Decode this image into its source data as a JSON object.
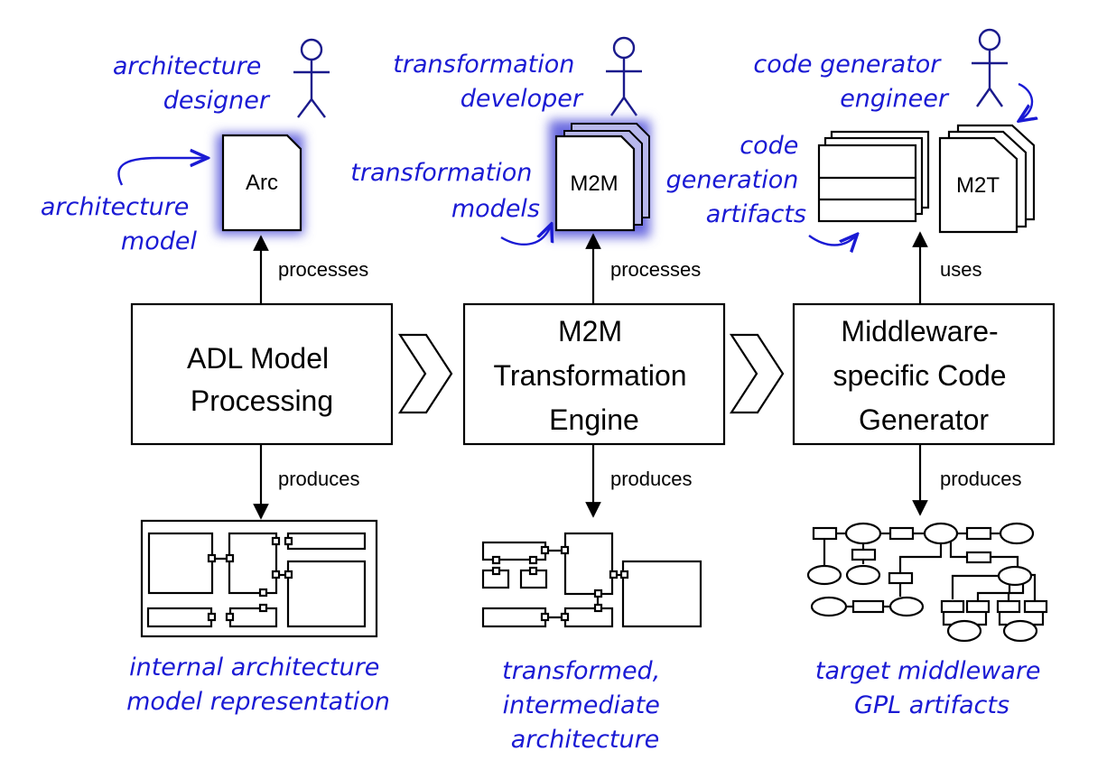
{
  "colors": {
    "annotation_text": "#1a1ad4",
    "actor_stroke": "#1a1a8c",
    "glow": "#6b6be0",
    "line": "#000000",
    "background": "#ffffff"
  },
  "stages": [
    {
      "id": "adl",
      "title_lines": [
        "ADL Model",
        "Processing"
      ],
      "input_edge_label": "processes",
      "output_edge_label": "produces",
      "actor": {
        "label_lines": [
          "architecture",
          "designer"
        ],
        "icon": "stick-figure-icon"
      },
      "input_artifact": {
        "doc_label": "Arc",
        "annotation_lines": [
          "architecture",
          "model"
        ],
        "highlighted": true,
        "stacked": false
      },
      "output_artifact": {
        "annotation_lines": [
          "internal architecture",
          "model representation"
        ],
        "icon": "component-diagram-icon"
      }
    },
    {
      "id": "m2m",
      "title_lines": [
        "M2M",
        "Transformation",
        "Engine"
      ],
      "input_edge_label": "processes",
      "output_edge_label": "produces",
      "actor": {
        "label_lines": [
          "transformation",
          "developer"
        ],
        "icon": "stick-figure-icon"
      },
      "input_artifact": {
        "doc_label": "M2M",
        "annotation_lines": [
          "transformation",
          "models"
        ],
        "highlighted": true,
        "stacked": true
      },
      "output_artifact": {
        "annotation_lines": [
          "transformed,",
          "intermediate",
          "architecture"
        ],
        "icon": "component-diagram-icon"
      }
    },
    {
      "id": "codegen",
      "title_lines": [
        "Middleware-",
        "specific Code",
        "Generator"
      ],
      "input_edge_label": "uses",
      "output_edge_label": "produces",
      "actor": {
        "label_lines": [
          "code generator",
          "engineer"
        ],
        "icon": "stick-figure-icon"
      },
      "input_artifact": {
        "doc_label": "M2T",
        "annotation_lines": [
          "code",
          "generation",
          "artifacts"
        ],
        "highlighted": false,
        "stacked": true
      },
      "output_artifact": {
        "annotation_lines": [
          "target middleware",
          "GPL artifacts"
        ],
        "icon": "graph-network-icon"
      }
    }
  ],
  "flow_connectors": [
    "chevron-arrow-icon",
    "chevron-arrow-icon"
  ]
}
